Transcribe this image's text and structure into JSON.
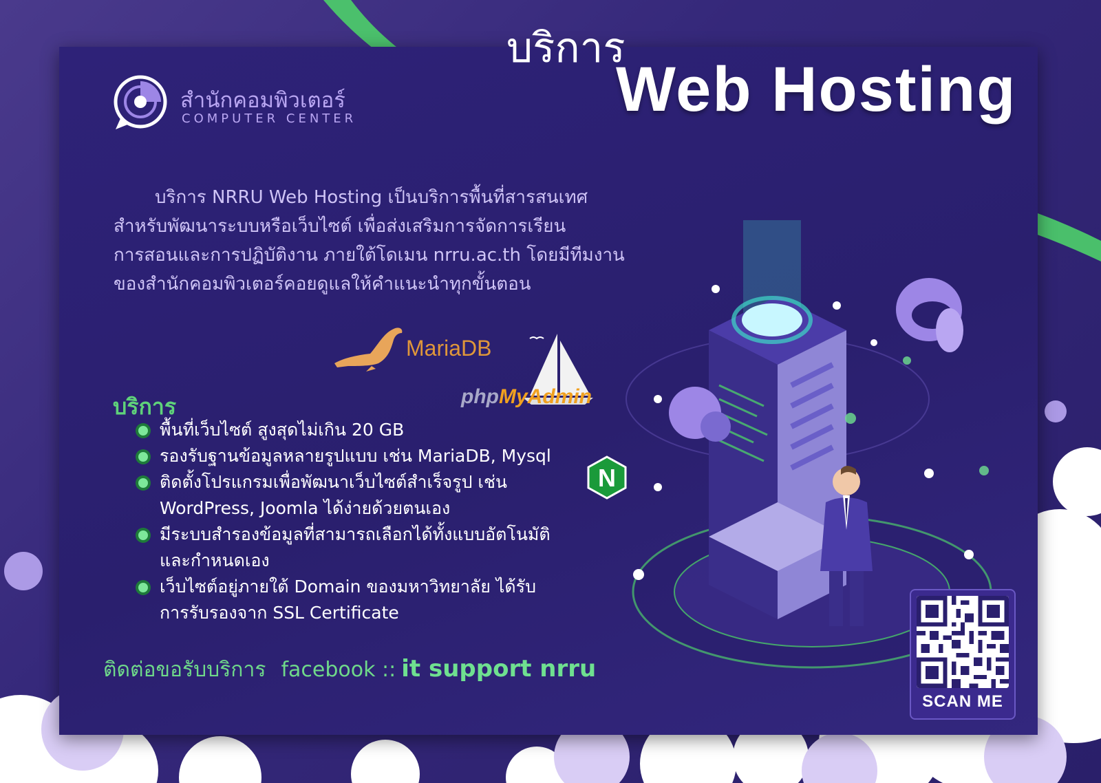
{
  "header": {
    "title_thai": "บริการ",
    "title_en": "Web Hosting"
  },
  "logo": {
    "thai": "สำนักคอมพิวเตอร์",
    "english": "COMPUTER CENTER"
  },
  "intro": {
    "lines": [
      "บริการ NRRU Web Hosting เป็นบริการพื้นที่สารสนเทศ",
      "สำหรับพัฒนาระบบหรือเว็บไซต์   เพื่อส่งเสริมการจัดการเรียน",
      "การสอนและการปฏิบัติงาน ภายใต้โดเมน nrru.ac.th โดยมีทีมงาน",
      "ของสำนักคอมพิวเตอร์คอยดูแลให้คำแนะนำทุกขั้นตอน"
    ]
  },
  "services": {
    "title": "บริการ",
    "items": [
      {
        "lines": [
          "พื้นที่เว็บไซต์ สูงสุดไม่เกิน 20 GB"
        ]
      },
      {
        "lines": [
          "รองรับฐานข้อมูลหลายรูปแบบ เช่น MariaDB, Mysql"
        ]
      },
      {
        "lines": [
          "ติดตั้งโปรแกรมเพื่อพัฒนาเว็บไซต์สำเร็จรูป เช่น",
          "WordPress, Joomla ได้ง่ายด้วยตนเอง"
        ]
      },
      {
        "lines": [
          "มีระบบสำรองข้อมูลที่สามารถเลือกได้ทั้งแบบอัตโนมัติ",
          "และกำหนดเอง"
        ]
      },
      {
        "lines": [
          "เว็บไซต์อยู่ภายใต้ Domain ของมหาวิทยาลัย ได้รับ",
          "การรับรองจาก SSL Certificate"
        ]
      }
    ]
  },
  "tech_logos": {
    "mariadb": "MariaDB",
    "php": "php",
    "myadmin": "MyAdmin",
    "nginx": "N"
  },
  "contact": {
    "label": "ติดต่อขอรับบริการ",
    "channel": "facebook ::",
    "name": "it support nrru"
  },
  "qr": {
    "label": "SCAN ME"
  },
  "colors": {
    "accent_green": "#5fd27a",
    "panel": "#2a1f6e",
    "lavender_text": "#cfc4f6"
  }
}
